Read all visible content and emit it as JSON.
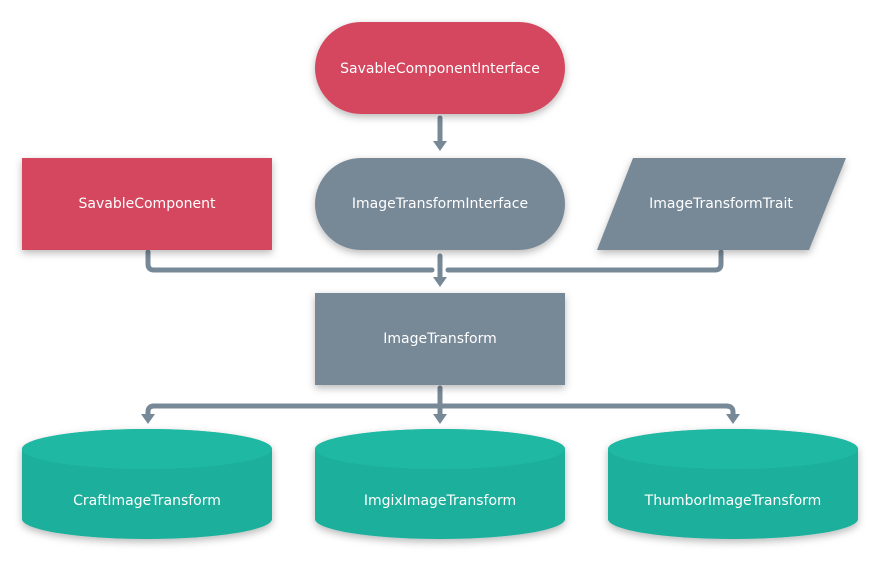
{
  "colors": {
    "interface": "#d4475e",
    "component": "#778897",
    "storage": "#1aaf9b",
    "storage_top": "#1fb8a3",
    "connector": "#778897",
    "text": "#ffffff"
  },
  "nodes": {
    "savable_component_interface": {
      "label": "SavableComponentInterface",
      "shape": "pill",
      "color": "interface"
    },
    "savable_component": {
      "label": "SavableComponent",
      "shape": "rectangle",
      "color": "interface"
    },
    "image_transform_interface": {
      "label": "ImageTransformInterface",
      "shape": "pill",
      "color": "component"
    },
    "image_transform_trait": {
      "label": "ImageTransformTrait",
      "shape": "parallelogram",
      "color": "component"
    },
    "image_transform": {
      "label": "ImageTransform",
      "shape": "rectangle",
      "color": "component"
    },
    "craft_image_transform": {
      "label": "CraftImageTransform",
      "shape": "cylinder",
      "color": "storage"
    },
    "imgix_image_transform": {
      "label": "ImgixImageTransform",
      "shape": "cylinder",
      "color": "storage"
    },
    "thumbor_image_transform": {
      "label": "ThumborImageTransform",
      "shape": "cylinder",
      "color": "storage"
    }
  },
  "edges": [
    {
      "from": "savable_component_interface",
      "to": "image_transform_interface"
    },
    {
      "from": "savable_component",
      "to": "image_transform"
    },
    {
      "from": "image_transform_interface",
      "to": "image_transform"
    },
    {
      "from": "image_transform_trait",
      "to": "image_transform"
    },
    {
      "from": "image_transform",
      "to": "craft_image_transform"
    },
    {
      "from": "image_transform",
      "to": "imgix_image_transform"
    },
    {
      "from": "image_transform",
      "to": "thumbor_image_transform"
    }
  ]
}
